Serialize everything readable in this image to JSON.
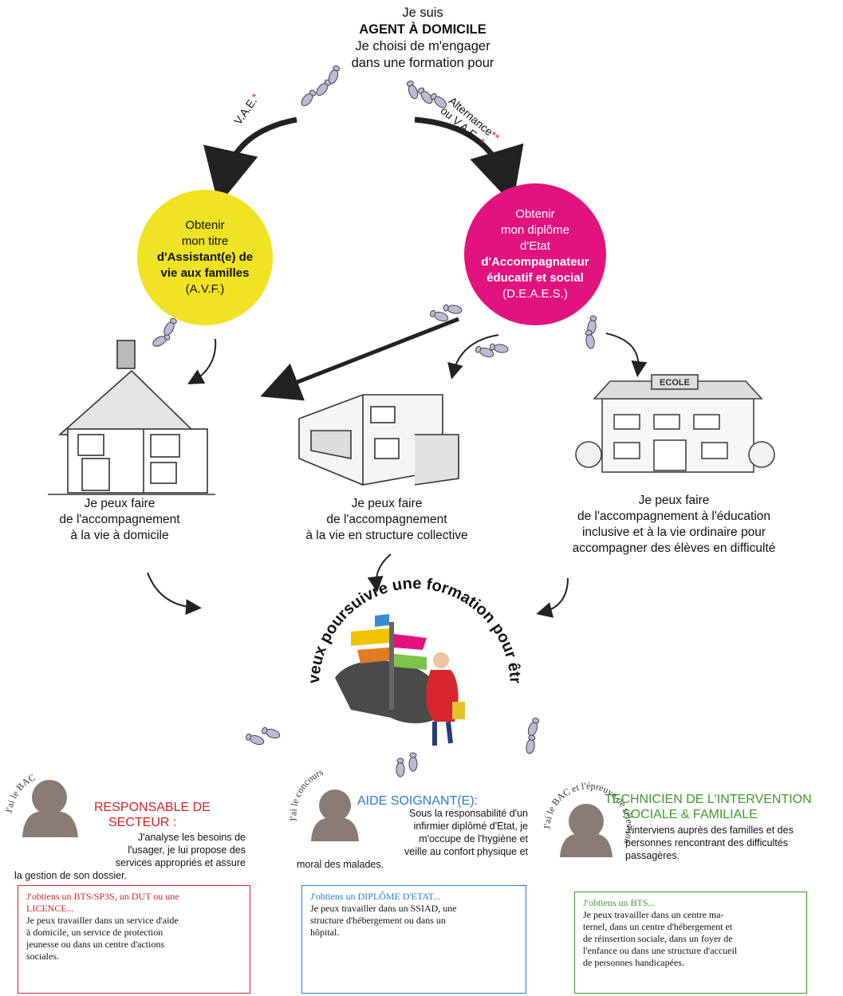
{
  "top": {
    "line1": "Je suis",
    "line2": "AGENT À DOMICILE",
    "line3": "Je choisi de m'engager",
    "line4": "dans une formation pour"
  },
  "arrows": {
    "left_label": "V.A.E.",
    "left_star": "*",
    "right_label_1": "Alternance",
    "right_label_2": "ou V.A.E.",
    "right_star_1": "**",
    "right_star_2": "*"
  },
  "circle_left": {
    "line1": "Obtenir",
    "line2": "mon titre",
    "line3": "d'Assistant(e) de",
    "line4": "vie aux familles",
    "line5": "(A.V.F.)",
    "color": "#efe324"
  },
  "circle_right": {
    "line1": "Obtenir",
    "line2": "mon diplôme",
    "line3": "d'Etat",
    "line4": "d'Accompagnateur",
    "line5": "éducatif et social",
    "line6": "(D.E.A.E.S.)",
    "color": "#e2137e"
  },
  "captions": {
    "home": [
      "Je peux faire",
      "de l'accompagnement",
      "à la vie à domicile"
    ],
    "collective": [
      "Je peux faire",
      "de l'accompagnement",
      "à la vie en structure collective"
    ],
    "school": [
      "Je peux faire",
      "de l'accompagnement à l'éducation",
      "inclusive et à la vie ordinaire pour",
      "accompagner des élèves en difficulté"
    ]
  },
  "school_sign": "ECOLE",
  "center_cta": "Je veux poursuivre une formation pour être...",
  "roles": [
    {
      "badge": "J'ai le BAC",
      "title_1": "RESPONSABLE DE",
      "title_2": "SECTEUR :",
      "desc": [
        "J'analyse les besoins de",
        "l'usager, je lui propose des",
        "services appropriés et assure",
        "la gestion de son dossier."
      ],
      "color": "#d2232a",
      "box_lead_1": "J'obtiens un BTS/SP3S, un DUT ou une",
      "box_lead_2": "LICENCE...",
      "box_body": [
        "Je peux travailler dans un service d'aide",
        "à domicile, un service de protection",
        "jeunesse ou dans un centre d'actions",
        "sociales."
      ]
    },
    {
      "badge": "J'ai le concours",
      "title_1": "AIDE SOIGNANT(E):",
      "desc": [
        "Sous la responsabilité d'un",
        "infirmier diplômé d'Etat, je",
        "m'occupe de l'hygiène et",
        "veille au confort physique et",
        "moral des malades."
      ],
      "color": "#2b7bcf",
      "box_lead_1": "J'obtiens un DIPLÔME D'ETAT...",
      "box_body": [
        "Je peux travailler dans un SSIAD, une",
        "structure d'hébergement ou dans un",
        "hôpital."
      ]
    },
    {
      "badge": "J'ai le BAC et l'épreuve de sélection",
      "title_1": "TECHNICIEN DE L'INTERVENTION",
      "title_2": "SOCIALE & FAMILIALE",
      "desc": [
        "J'interviens auprès des familles et des",
        "personnes rencontrant des difficultés",
        "passagères."
      ],
      "color": "#3e9a2b",
      "box_lead_1": "J'obtiens un BTS...",
      "box_body": [
        "Je peux travailler dans un centre ma-",
        "ternel, dans un centre d'hébergement et",
        "de réinsertion sociale, dans un foyer de",
        "l'enfance ou dans une structure d'accueil",
        "de personnes handicapées."
      ]
    }
  ]
}
